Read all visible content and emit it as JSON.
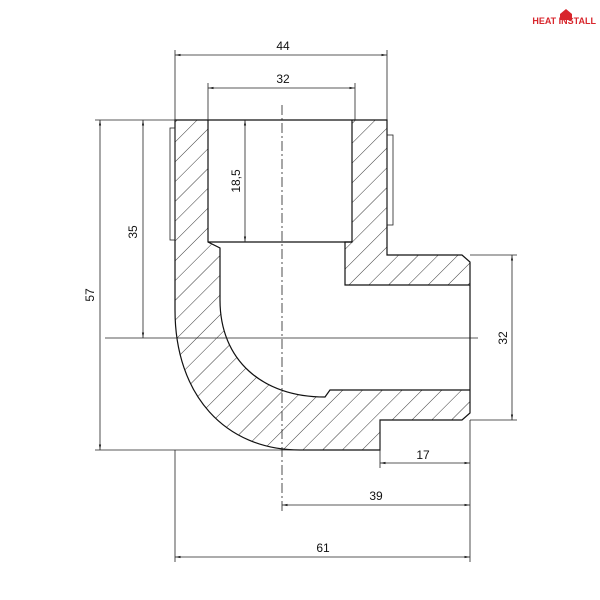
{
  "logo": {
    "text": "HEAT INSTALL",
    "color": "#d8262c",
    "icon": "house-icon"
  },
  "dimensions": {
    "top_width": "44",
    "top_bore": "32",
    "socket_depth": "18,5",
    "center_height": "35",
    "total_height": "57",
    "side_height": "32",
    "side_socket": "17",
    "side_length": "39",
    "total_width": "61"
  }
}
